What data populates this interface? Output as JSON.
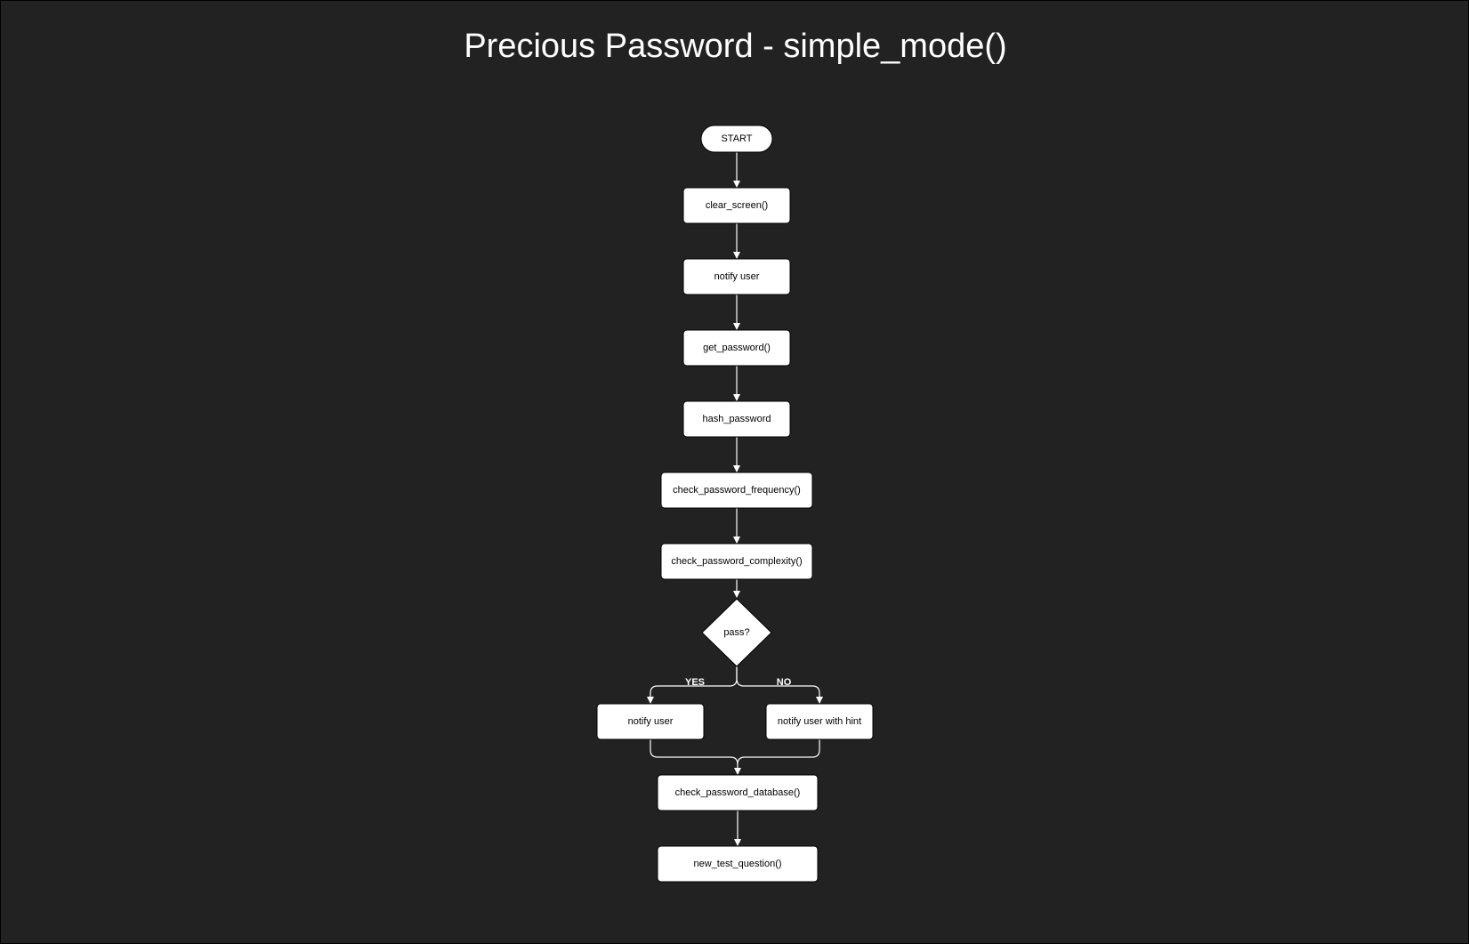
{
  "title": "Precious Password - simple_mode()",
  "colors": {
    "background": "#222222",
    "node_fill": "#ffffff",
    "node_text": "#000000",
    "edge": "#ffffff"
  },
  "nodes": {
    "start": "START",
    "clear_screen": "clear_screen()",
    "notify_user_1": "notify user",
    "get_password": "get_password()",
    "hash_password": "hash_password",
    "check_frequency": "check_password_frequency()",
    "check_complexity": "check_password_complexity()",
    "decision": "pass?",
    "notify_user_yes": "notify user",
    "notify_user_hint": "notify user with hint",
    "check_database": "check_password_database()",
    "new_test_question": "new_test_question()"
  },
  "branches": {
    "yes": "YES",
    "no": "NO"
  }
}
